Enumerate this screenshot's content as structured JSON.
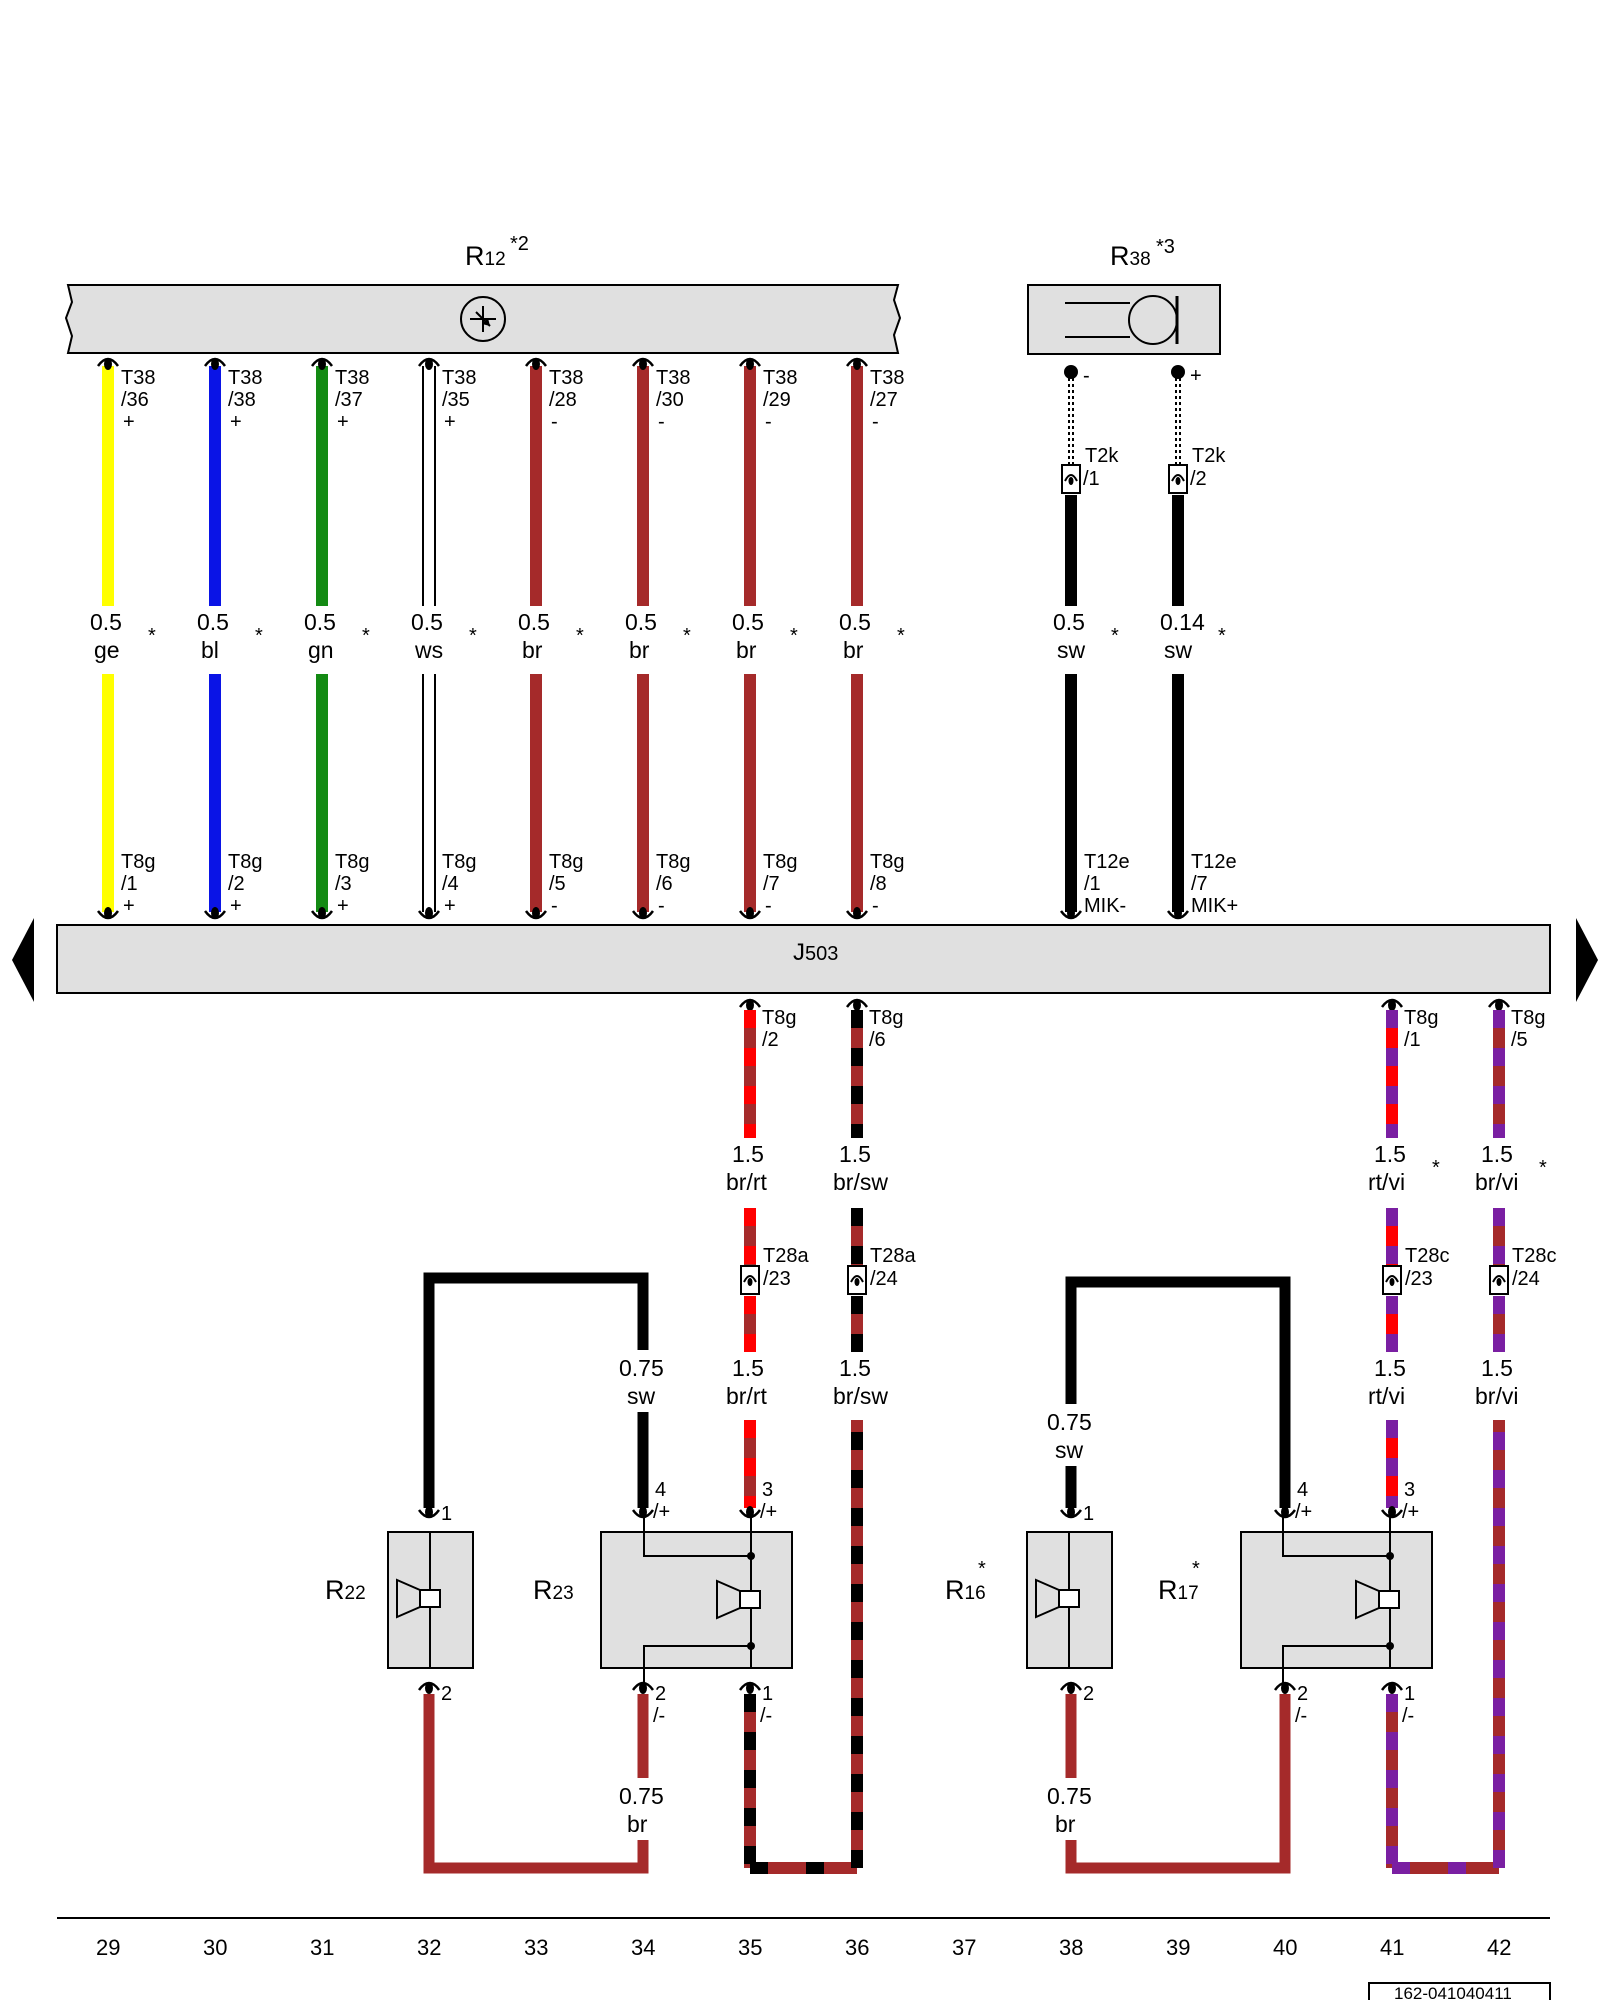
{
  "components": {
    "R12": {
      "letter": "R",
      "number": "12",
      "note": "*2"
    },
    "R38": {
      "letter": "R",
      "number": "38",
      "note": "*3"
    },
    "J503": {
      "letter": "J",
      "number": "503"
    },
    "R22": {
      "letter": "R",
      "number": "22",
      "note": ""
    },
    "R23": {
      "letter": "R",
      "number": "23",
      "note": ""
    },
    "R16": {
      "letter": "R",
      "number": "16",
      "note": "*"
    },
    "R17": {
      "letter": "R",
      "number": "17",
      "note": "*"
    }
  },
  "upper_wires": [
    {
      "col": 29,
      "color": "#ffff00",
      "top": [
        "T38",
        "/36",
        "+"
      ],
      "size": "0.5",
      "code": "ge",
      "star": "*",
      "bottom": [
        "T8g",
        "/1",
        "+"
      ]
    },
    {
      "col": 30,
      "color": "#0a14e6",
      "top": [
        "T38",
        "/38",
        "+"
      ],
      "size": "0.5",
      "code": "bl",
      "star": "*",
      "bottom": [
        "T8g",
        "/2",
        "+"
      ]
    },
    {
      "col": 31,
      "color": "#138a13",
      "top": [
        "T38",
        "/37",
        "+"
      ],
      "size": "0.5",
      "code": "gn",
      "star": "*",
      "bottom": [
        "T8g",
        "/3",
        "+"
      ]
    },
    {
      "col": 32,
      "color": "#ffffff",
      "top": [
        "T38",
        "/35",
        "+"
      ],
      "size": "0.5",
      "code": "ws",
      "star": "*",
      "bottom": [
        "T8g",
        "/4",
        "+"
      ]
    },
    {
      "col": 33,
      "color": "#a52a2a",
      "top": [
        "T38",
        "/28",
        "-"
      ],
      "size": "0.5",
      "code": "br",
      "star": "*",
      "bottom": [
        "T8g",
        "/5",
        "-"
      ]
    },
    {
      "col": 34,
      "color": "#a52a2a",
      "top": [
        "T38",
        "/30",
        "-"
      ],
      "size": "0.5",
      "code": "br",
      "star": "*",
      "bottom": [
        "T8g",
        "/6",
        "-"
      ]
    },
    {
      "col": 35,
      "color": "#a52a2a",
      "top": [
        "T38",
        "/29",
        "-"
      ],
      "size": "0.5",
      "code": "br",
      "star": "*",
      "bottom": [
        "T8g",
        "/7",
        "-"
      ]
    },
    {
      "col": 36,
      "color": "#a52a2a",
      "top": [
        "T38",
        "/27",
        "-"
      ],
      "size": "0.5",
      "code": "br",
      "star": "*",
      "bottom": [
        "T8g",
        "/8",
        "-"
      ]
    }
  ],
  "mic_wires": [
    {
      "col": 38,
      "top_sign": "-",
      "conn": [
        "T2k",
        "/1"
      ],
      "size": "0.5",
      "code": "sw",
      "star": "*",
      "bottom": [
        "T12e",
        "/1",
        "MIK-"
      ]
    },
    {
      "col": 39,
      "top_sign": "+",
      "conn": [
        "T2k",
        "/2"
      ],
      "size": "0.14",
      "code": "sw",
      "star": "*",
      "bottom": [
        "T12e",
        "/7",
        "MIK+"
      ]
    }
  ],
  "lower_wires": [
    {
      "col": 35,
      "pin": [
        "T8g",
        "/2"
      ],
      "size": "1.5",
      "code": "br/rt",
      "star": "",
      "conn": [
        "T28a",
        "/23"
      ],
      "size2": "1.5",
      "code2": "br/rt",
      "spk_pin": [
        "3",
        "/+"
      ],
      "spk_pin2": [
        "1",
        "/-"
      ]
    },
    {
      "col": 36,
      "pin": [
        "T8g",
        "/6"
      ],
      "size": "1.5",
      "code": "br/sw",
      "star": "",
      "conn": [
        "T28a",
        "/24"
      ],
      "size2": "1.5",
      "code2": "br/sw"
    },
    {
      "col": 41,
      "pin": [
        "T8g",
        "/1"
      ],
      "size": "1.5",
      "code": "rt/vi",
      "star": "*",
      "conn": [
        "T28c",
        "/23"
      ],
      "size2": "1.5",
      "code2": "rt/vi",
      "spk_pin": [
        "3",
        "/+"
      ],
      "spk_pin2": [
        "1",
        "/-"
      ]
    },
    {
      "col": 42,
      "pin": [
        "T8g",
        "/5"
      ],
      "size": "1.5",
      "code": "br/vi",
      "star": "*",
      "conn": [
        "T28c",
        "/24"
      ],
      "size2": "1.5",
      "code2": "br/vi"
    }
  ],
  "bridge_wires": [
    {
      "id": "left-sw",
      "size": "0.75",
      "code": "sw"
    },
    {
      "id": "left-br",
      "size": "0.75",
      "code": "br"
    },
    {
      "id": "right-sw",
      "size": "0.75",
      "code": "sw"
    },
    {
      "id": "right-br",
      "size": "0.75",
      "code": "br"
    }
  ],
  "speaker_pins": {
    "R22": {
      "top": "1",
      "bottom": "2"
    },
    "R23": {
      "top": [
        "4",
        "/+"
      ],
      "bottom": [
        "2",
        "/-"
      ]
    },
    "R16": {
      "top": "1",
      "bottom": "2"
    },
    "R17": {
      "top": [
        "4",
        "/+"
      ],
      "bottom": [
        "2",
        "/-"
      ]
    }
  },
  "colors": {
    "brown": "#a52a2a",
    "red": "#ff0000",
    "black": "#000000",
    "violet": "#7a1fa2",
    "panel": "#e0e0e0"
  },
  "column_numbers": [
    "29",
    "30",
    "31",
    "32",
    "33",
    "34",
    "35",
    "36",
    "37",
    "38",
    "39",
    "40",
    "41",
    "42"
  ],
  "doc_id": "162-041040411"
}
